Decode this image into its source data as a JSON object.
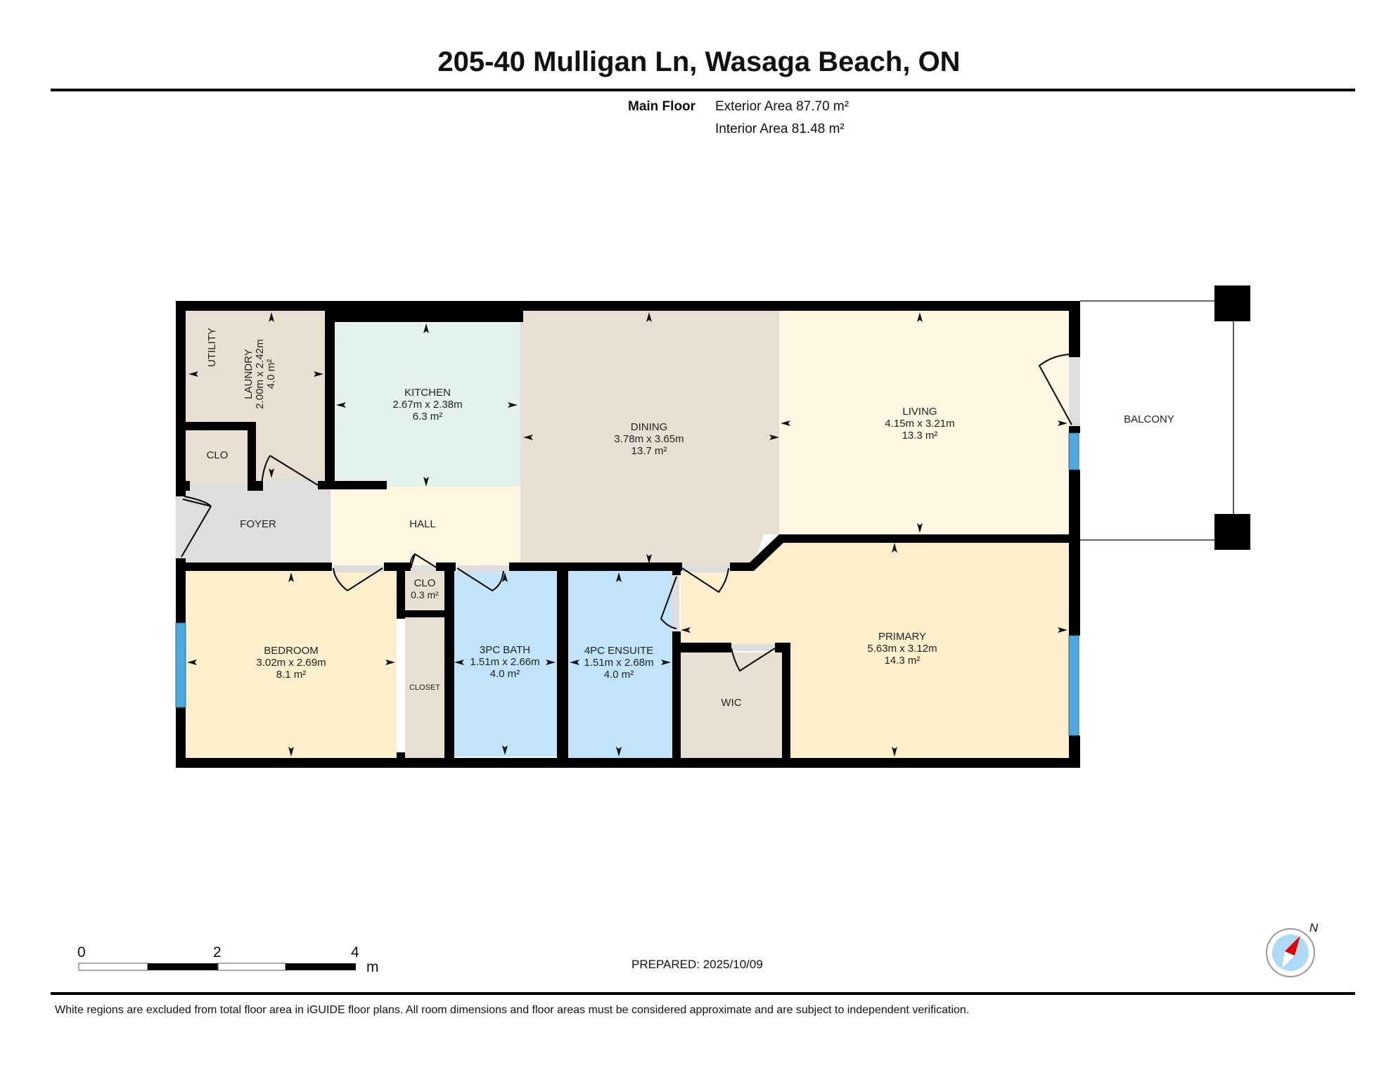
{
  "header": {
    "title": "205-40 Mulligan Ln, Wasaga Beach, ON",
    "floor_name": "Main Floor",
    "exterior_area": "Exterior Area 87.70 m²",
    "interior_area": "Interior Area 81.48 m²"
  },
  "rooms": {
    "utility": {
      "name": "UTILITY"
    },
    "laundry": {
      "name": "LAUNDRY",
      "dims": "2.00m x 2.42m",
      "area": "4.0 m²"
    },
    "clo_top": {
      "name": "CLO"
    },
    "kitchen": {
      "name": "KITCHEN",
      "dims": "2.67m x 2.38m",
      "area": "6.3 m²"
    },
    "dining": {
      "name": "DINING",
      "dims": "3.78m x 3.65m",
      "area": "13.7 m²"
    },
    "living": {
      "name": "LIVING",
      "dims": "4.15m x 3.21m",
      "area": "13.3 m²"
    },
    "balcony": {
      "name": "BALCONY"
    },
    "foyer": {
      "name": "FOYER"
    },
    "hall": {
      "name": "HALL"
    },
    "bedroom": {
      "name": "BEDROOM",
      "dims": "3.02m x 2.69m",
      "area": "8.1 m²"
    },
    "clo_small": {
      "name": "CLO",
      "area": "0.3 m²"
    },
    "closet": {
      "name": "CLOSET"
    },
    "bath3": {
      "name": "3PC BATH",
      "dims": "1.51m x 2.66m",
      "area": "4.0 m²"
    },
    "ensuite4": {
      "name": "4PC ENSUITE",
      "dims": "1.51m x 2.68m",
      "area": "4.0 m²"
    },
    "wic": {
      "name": "WIC"
    },
    "primary": {
      "name": "PRIMARY",
      "dims": "5.63m x 3.12m",
      "area": "14.3 m²"
    }
  },
  "scale_bar": {
    "ticks": [
      "0",
      "2",
      "4"
    ],
    "unit": "m"
  },
  "compass": {
    "label": "N"
  },
  "prepared": "PREPARED: 2025/10/09",
  "footer_note": "White regions are excluded from total floor area in iGUIDE floor plans. All room dimensions and floor areas must be considered approximate and are subject to independent verification.",
  "colors": {
    "wall": "#000000",
    "beige": "#e8dfd2",
    "kitchen": "#e4f2ec",
    "cream": "#fdf6e1",
    "yellow": "#fdefcc",
    "blue": "#c1e4fb",
    "grey": "#dedede",
    "window": "#4fa9dc"
  }
}
